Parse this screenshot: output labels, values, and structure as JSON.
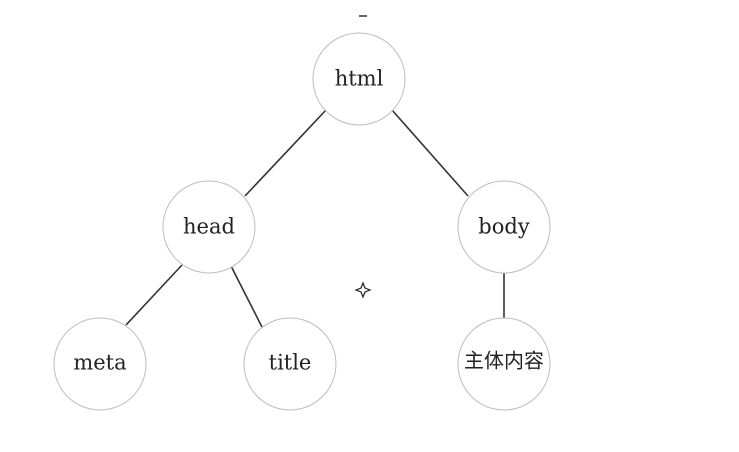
{
  "diagram": {
    "nodes": [
      {
        "id": "html",
        "label": "html"
      },
      {
        "id": "head",
        "label": "head"
      },
      {
        "id": "body",
        "label": "body"
      },
      {
        "id": "meta",
        "label": "meta"
      },
      {
        "id": "title",
        "label": "title"
      },
      {
        "id": "content",
        "label": "主体内容"
      }
    ],
    "edges": [
      {
        "from": "html",
        "to": "head"
      },
      {
        "from": "html",
        "to": "body"
      },
      {
        "from": "head",
        "to": "meta"
      },
      {
        "from": "head",
        "to": "title"
      },
      {
        "from": "body",
        "to": "content"
      }
    ]
  },
  "colors": {
    "node_border": "#bdbdbd",
    "edge": "#333333",
    "text": "#222222"
  }
}
